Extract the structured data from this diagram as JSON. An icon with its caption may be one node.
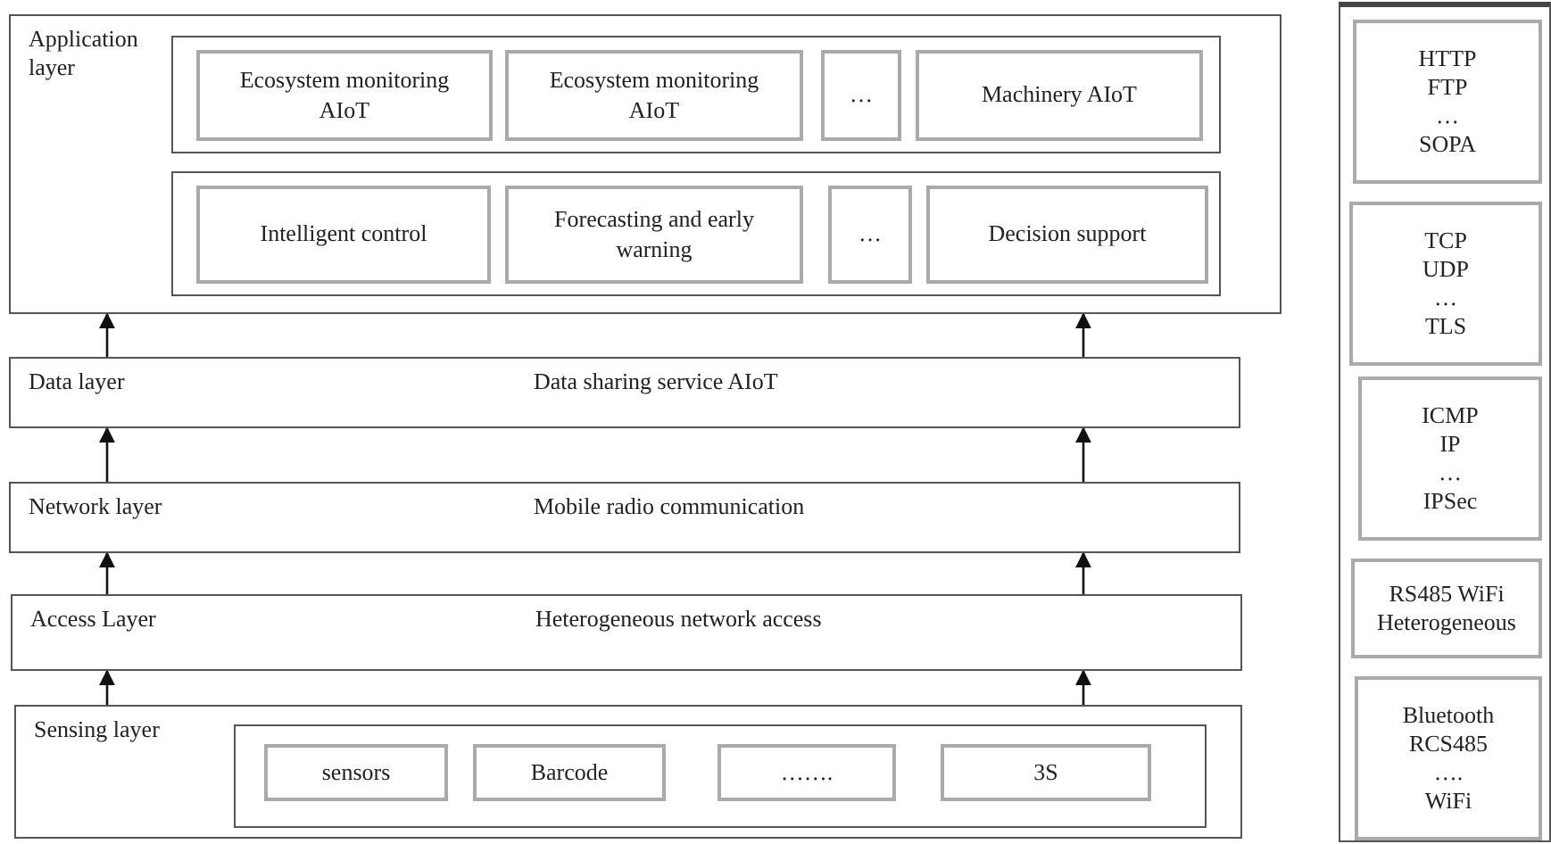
{
  "diagram": {
    "nodes": [
      {
        "text": [
          "Application layer"
        ]
      },
      {
        "text": [],
        "shape": "box",
        "in": 0
      },
      {
        "text": [
          "Ecosystem monitoring AIoT"
        ],
        "in": 1
      },
      {
        "text": [
          "Ecosystem monitoring AIoT"
        ],
        "in": 1
      },
      {
        "text": [
          "…"
        ],
        "in": 1
      },
      {
        "text": [
          "Machinery AIoT"
        ],
        "in": 1
      },
      {
        "text": [],
        "shape": "box",
        "in": 0
      },
      {
        "text": [
          "Intelligent control"
        ],
        "in": 6
      },
      {
        "text": [
          "Forecasting and early warning"
        ],
        "in": 6
      },
      {
        "text": [
          "…"
        ],
        "in": 6
      },
      {
        "text": [
          "Decision support"
        ],
        "in": 6
      },
      {
        "text": [
          "Data layer",
          "Data sharing service AIoT"
        ]
      },
      {
        "text": [
          "Network layer",
          "Mobile radio communication"
        ]
      },
      {
        "text": [
          "Access Layer",
          "Heterogeneous network access"
        ]
      },
      {
        "text": [
          "Sensing layer"
        ]
      },
      {
        "text": [],
        "shape": "box",
        "in": 14
      },
      {
        "text": [
          "sensors"
        ],
        "in": 15
      },
      {
        "text": [
          "Barcode"
        ],
        "in": 15
      },
      {
        "text": [
          "……."
        ],
        "in": 15
      },
      {
        "text": [
          "3S"
        ],
        "in": 15
      },
      {
        "text": [],
        "shape": "box"
      },
      {
        "text": [
          "HTTP",
          "FTP",
          "…",
          "SOPA"
        ],
        "in": 20
      },
      {
        "text": [
          "TCP",
          "UDP",
          "…",
          "TLS"
        ],
        "in": 20
      },
      {
        "text": [
          "ICMP",
          "IP",
          "…",
          "IPSec"
        ],
        "in": 20
      },
      {
        "text": [
          "RS485 WiFi Heterogeneous"
        ],
        "in": 20
      },
      {
        "text": [
          "Bluetooth",
          "RCS485",
          "….",
          "WiFi"
        ],
        "in": 20
      }
    ],
    "edges": [
      {
        "from": 11,
        "to": 0,
        "arrow": "to"
      },
      {
        "from": 11,
        "to": 0,
        "arrow": "to"
      },
      {
        "from": 12,
        "to": 11,
        "arrow": "to"
      },
      {
        "from": 12,
        "to": 11,
        "arrow": "to"
      },
      {
        "from": 13,
        "to": 12,
        "arrow": "to"
      },
      {
        "from": 13,
        "to": 12,
        "arrow": "to"
      },
      {
        "from": 14,
        "to": 13,
        "arrow": "to"
      },
      {
        "from": 14,
        "to": 13,
        "arrow": "to"
      }
    ]
  }
}
